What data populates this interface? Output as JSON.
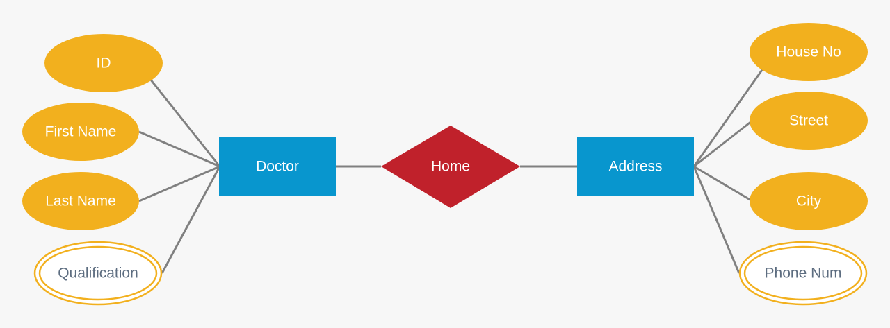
{
  "colors": {
    "background": "#f7f7f7",
    "attribute_fill": "#f2b01e",
    "entity_fill": "#0896ce",
    "relationship_fill": "#c0212b",
    "multivalued_stroke": "#f2b01e",
    "multivalued_fill": "#ffffff",
    "connector": "#808080",
    "light_text": "#ffffff",
    "multivalued_text": "#5d6d80"
  },
  "entities": {
    "doctor": "Doctor",
    "address": "Address"
  },
  "relationship": {
    "home": "Home"
  },
  "attributes": {
    "id": "ID",
    "first_name": "First Name",
    "last_name": "Last Name",
    "qualification": "Qualification",
    "house_no": "House No",
    "street": "Street",
    "city": "City",
    "phone_num": "Phone Num"
  }
}
